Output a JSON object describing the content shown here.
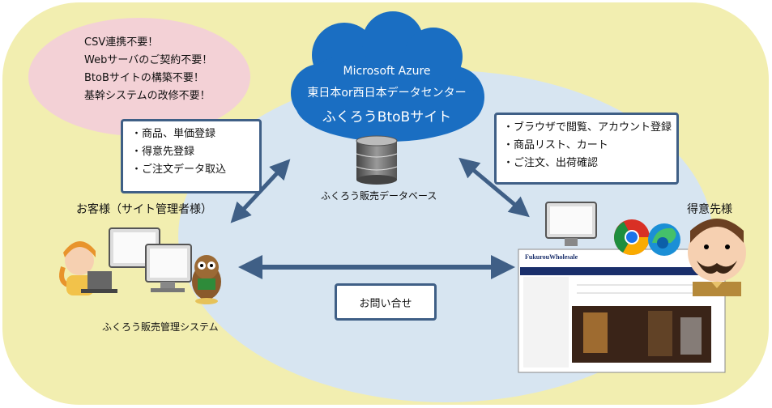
{
  "pink_note": {
    "lines": [
      "CSV連携不要！",
      "Webサーバのご契約不要！",
      "BtoBサイトの構築不要！",
      "基幹システムの改修不要！"
    ]
  },
  "cloud": {
    "line1": "Microsoft Azure",
    "line2": "東日本or西日本データセンター",
    "line3": "ふくろうBtoBサイト"
  },
  "database": {
    "label": "ふくろう販売データベース"
  },
  "left_box": {
    "lines": [
      "・商品、単価登録",
      "・得意先登録",
      "・ご注文データ取込"
    ]
  },
  "right_box": {
    "lines": [
      "・ブラウザで閲覧、アカウント登録",
      "・商品リスト、カート",
      "・ご注文、出荷確認"
    ]
  },
  "customer": {
    "title": "お客様（サイト管理者様）",
    "system_label": "ふくろう販売管理システム"
  },
  "client": {
    "title": "得意先様"
  },
  "inquiry": {
    "label": "お問い合せ"
  },
  "website": {
    "logo": "FukurouWholesale"
  },
  "colors": {
    "background": "#f2eeb0",
    "ellipse": "#d7e5f1",
    "pink": "#f3d1d6",
    "cloud": "#1a6ec2",
    "arrow": "#3f5f86"
  }
}
